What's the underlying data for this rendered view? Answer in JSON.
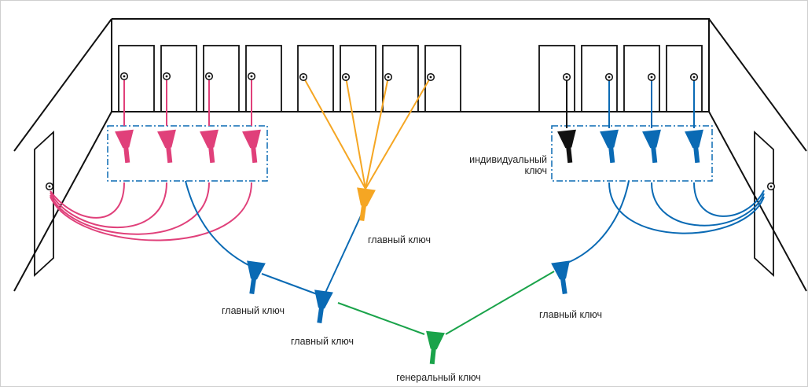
{
  "labels": {
    "individual_key_line1": "индивидуальный",
    "individual_key_line2": "ключ",
    "master_key_orange": "главный ключ",
    "master_key_blue_left": "главный ключ",
    "master_key_blue_center": "главный ключ",
    "master_key_blue_right": "главный ключ",
    "grand_master_key": "генеральный ключ"
  },
  "colors": {
    "pink": "#e0407a",
    "orange": "#f5a623",
    "blue": "#0a6ab4",
    "green": "#1aa34a",
    "black": "#111111",
    "dashed_box": "#0a6ab4"
  },
  "icons": {
    "lock": "lock-cylinder-icon",
    "key": "key-icon"
  }
}
